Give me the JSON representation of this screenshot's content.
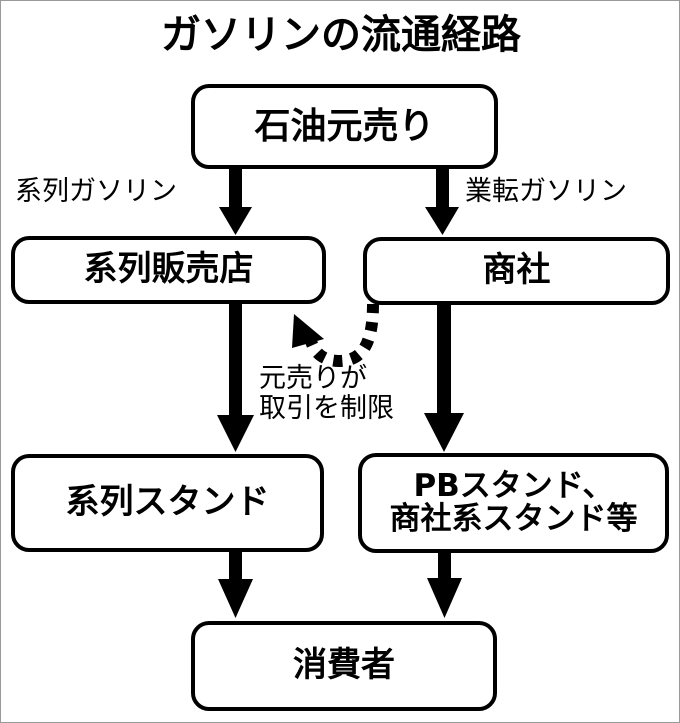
{
  "title": "ガソリンの流通経路",
  "colors": {
    "stroke": "#000000",
    "fill": "#ffffff",
    "frame": "#9a9a9a"
  },
  "chart_data": {
    "type": "diagram",
    "title": "ガソリンの流通経路",
    "nodes": [
      {
        "id": "wholesaler",
        "label": "石油元売り",
        "row": 1,
        "column": "center"
      },
      {
        "id": "keiretsu-dealer",
        "label": "系列販売店",
        "row": 2,
        "column": "left"
      },
      {
        "id": "trading-company",
        "label": "商社",
        "row": 2,
        "column": "right"
      },
      {
        "id": "keiretsu-stand",
        "label": "系列スタンド",
        "row": 3,
        "column": "left"
      },
      {
        "id": "pb-stand",
        "label": "PBスタンド、\n商社系スタンド等",
        "row": 3,
        "column": "right"
      },
      {
        "id": "consumer",
        "label": "消費者",
        "row": 4,
        "column": "center"
      }
    ],
    "edges": [
      {
        "from": "wholesaler",
        "to": "keiretsu-dealer",
        "label": "系列ガソリン",
        "style": "solid-arrow"
      },
      {
        "from": "wholesaler",
        "to": "trading-company",
        "label": "業転ガソリン",
        "style": "solid-arrow"
      },
      {
        "from": "keiretsu-dealer",
        "to": "keiretsu-stand",
        "label": "",
        "style": "solid-arrow"
      },
      {
        "from": "trading-company",
        "to": "pb-stand",
        "label": "",
        "style": "solid-arrow"
      },
      {
        "from": "keiretsu-stand",
        "to": "consumer",
        "label": "",
        "style": "solid-arrow"
      },
      {
        "from": "pb-stand",
        "to": "consumer",
        "label": "",
        "style": "solid-arrow"
      },
      {
        "from": "trading-company",
        "to": "keiretsu-dealer",
        "label": "元売りが\n取引を制限",
        "style": "dashed-curved-arrow"
      }
    ]
  },
  "edge_labels": {
    "keiretsu_gasoline": "系列ガソリン",
    "gyoten_gasoline": "業転ガソリン",
    "restriction": "元売りが\n取引を制限"
  }
}
